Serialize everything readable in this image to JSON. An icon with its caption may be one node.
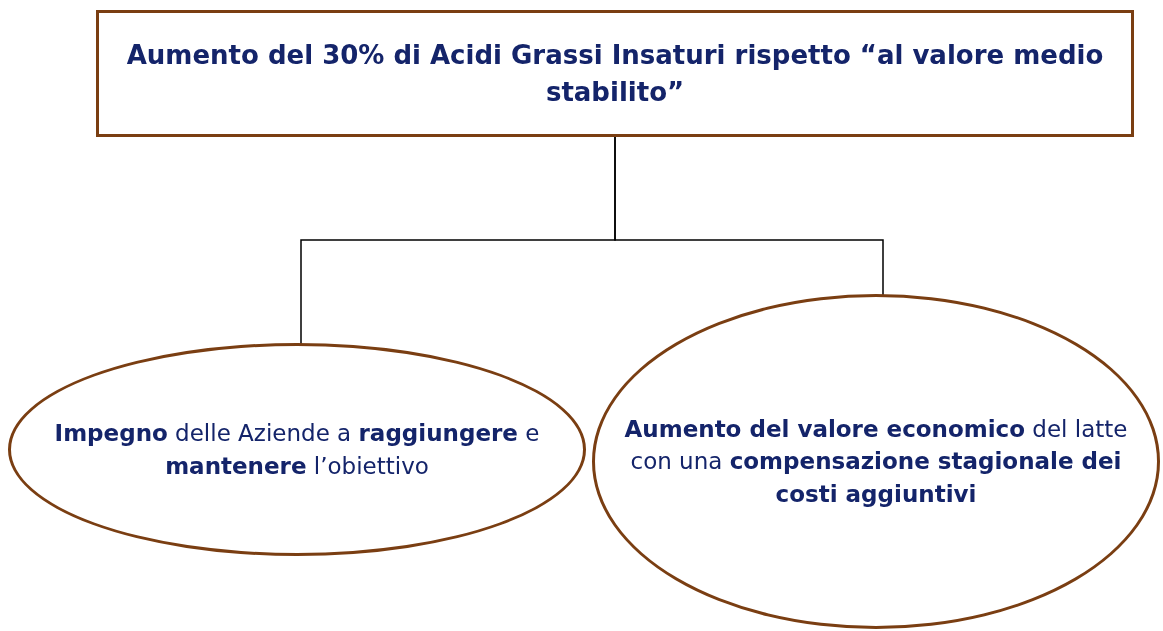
{
  "diagram": {
    "nodes": [
      {
        "text": [
          "**Aumento** del **30% di Acidi Grassi Insaturi** rispetto “al valore medio stabilito”"
        ]
      },
      {
        "text": [
          "**Impegno** delle Aziende a **raggiungere** e **mantenere** l’obiettivo"
        ]
      },
      {
        "text": [
          "**Aumento del valore economico** del latte con una **compensazione stagionale dei costi aggiuntivi**"
        ]
      }
    ],
    "edges": [
      {
        "from": 0,
        "to": 1,
        "arrow": "none"
      },
      {
        "from": 0,
        "to": 2,
        "arrow": "none"
      }
    ]
  }
}
